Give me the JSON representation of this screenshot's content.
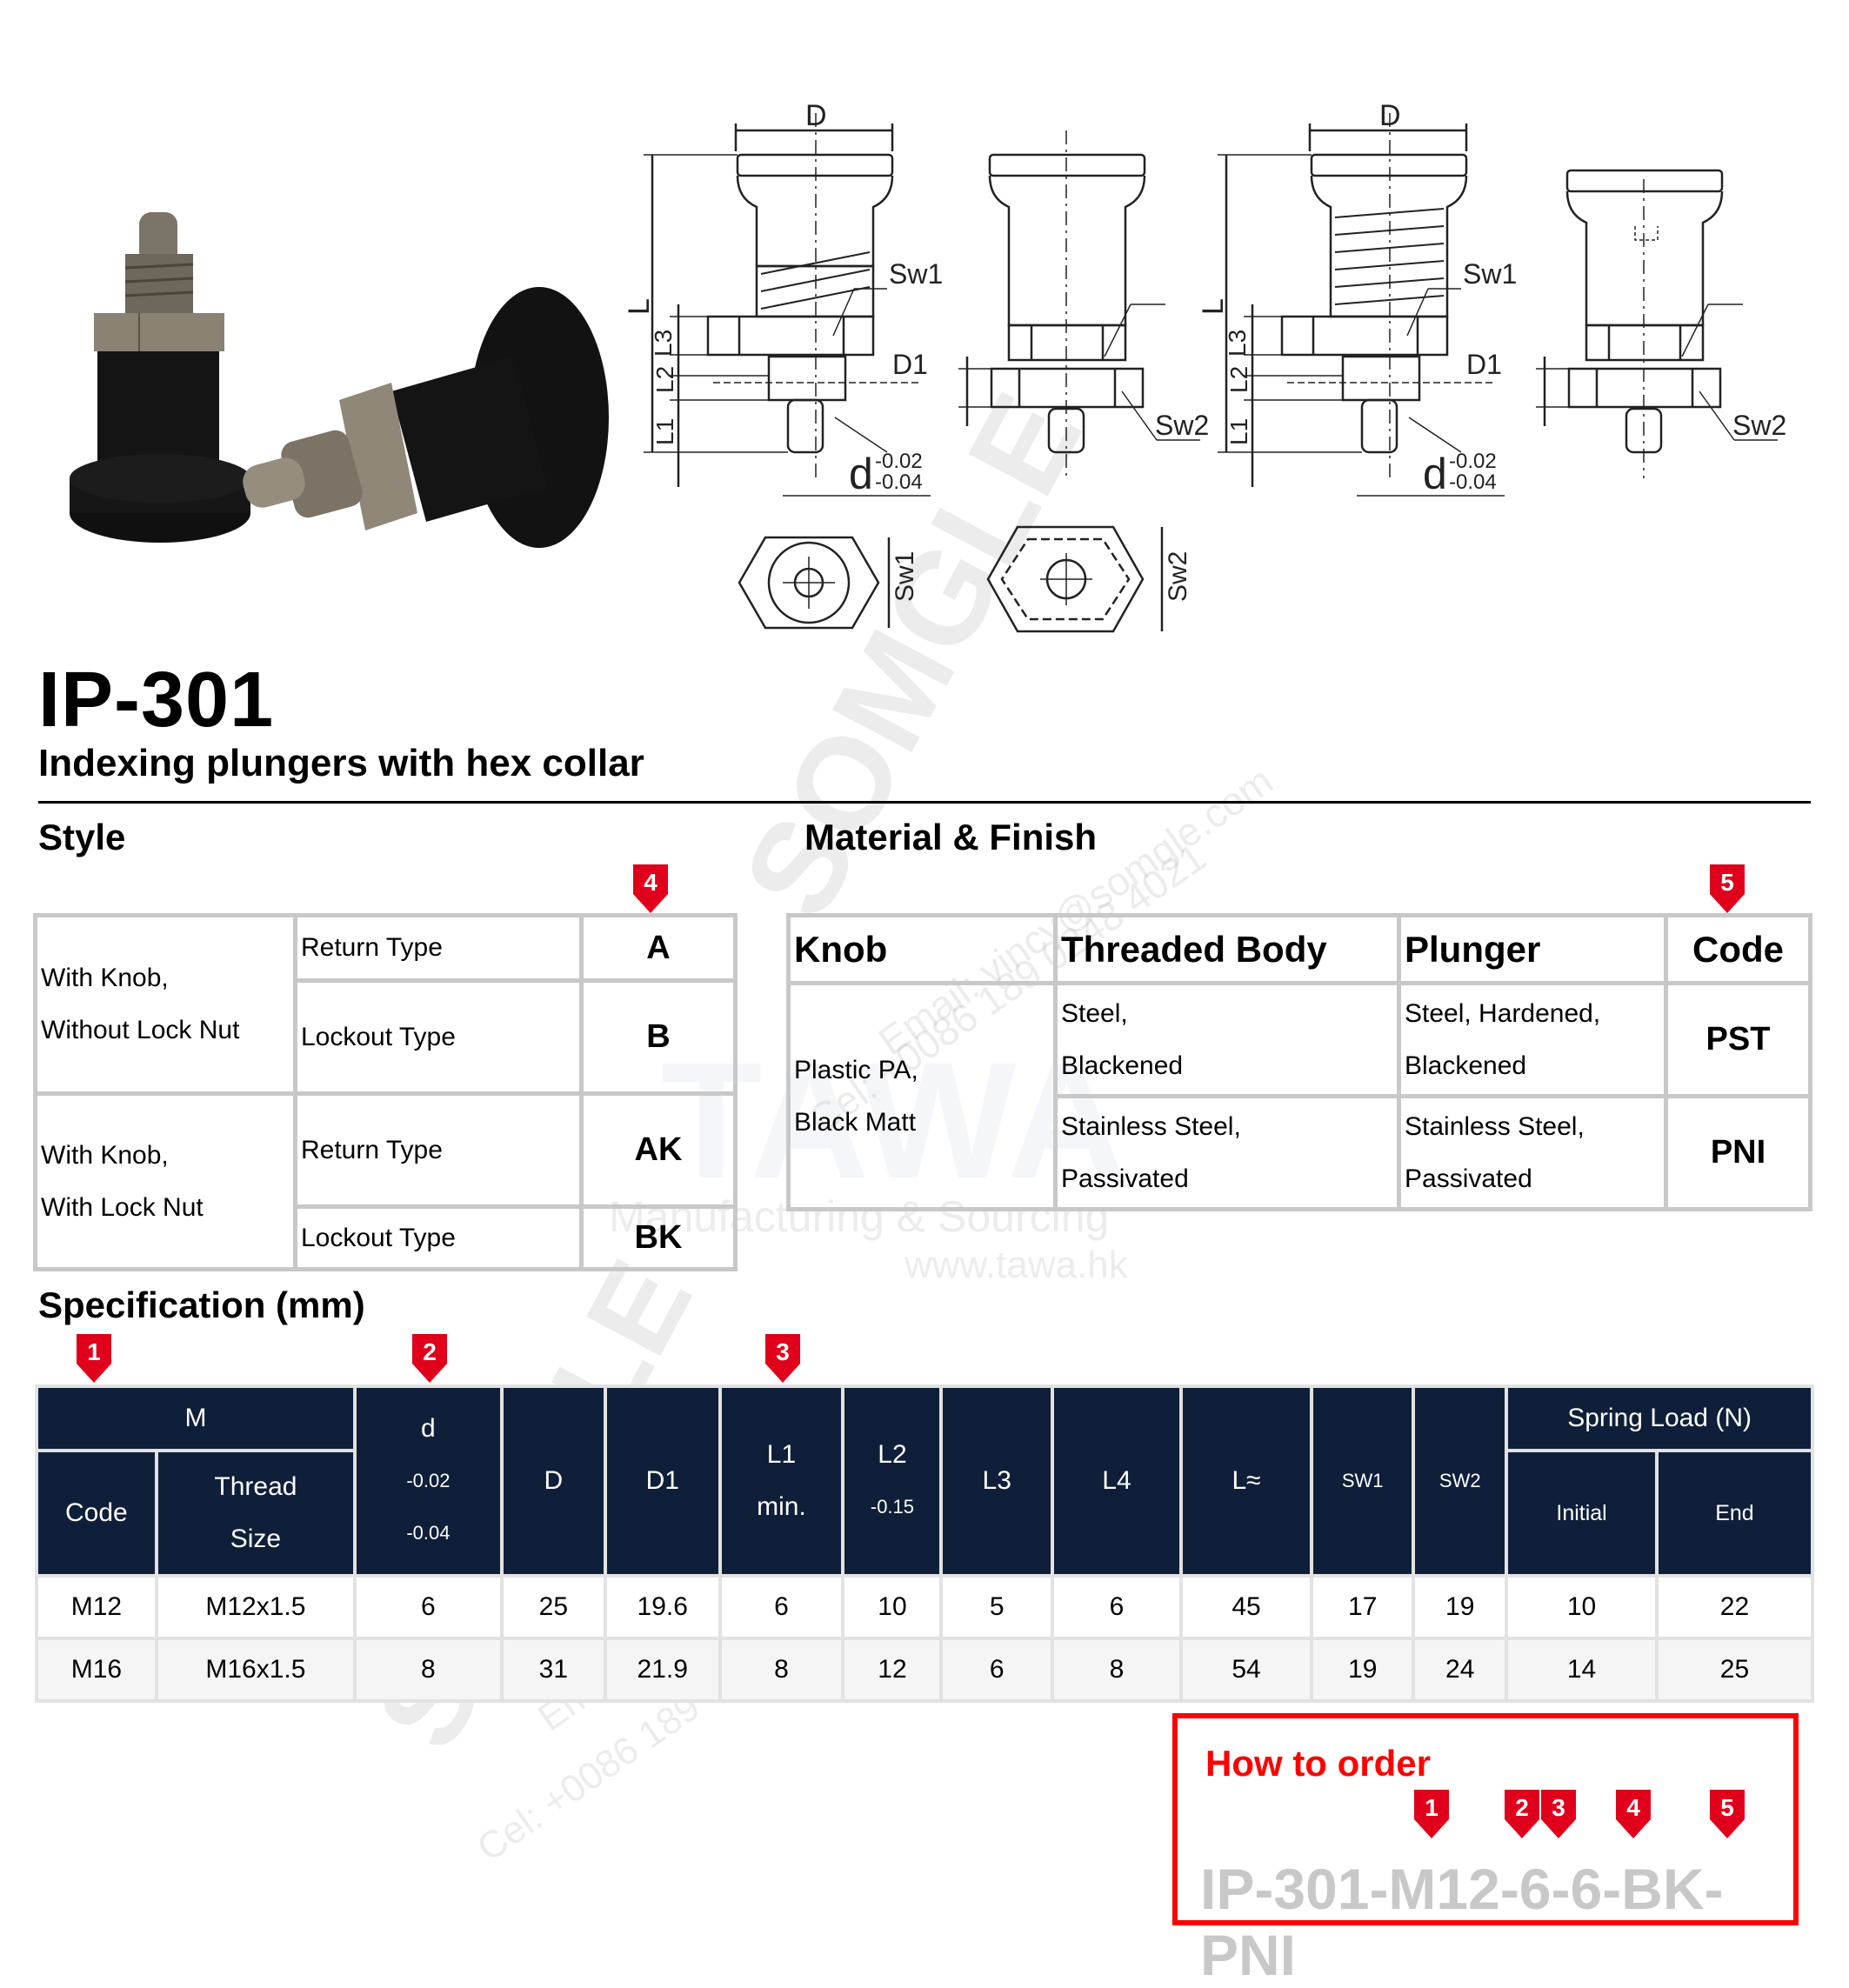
{
  "product": {
    "model": "IP-301",
    "subtitle": "Indexing plungers with hex collar"
  },
  "drawing": {
    "labels": {
      "D": "D",
      "L": "L",
      "L1": "L1",
      "L2": "L2",
      "L3": "L3",
      "D1": "D1",
      "SW1": "Sw1",
      "SW2": "Sw2",
      "d": "d",
      "tol_upper": "-0.02",
      "tol_lower": "-0.04"
    }
  },
  "style_section": {
    "heading": "Style",
    "marker": "4",
    "rows": [
      {
        "group": "With Knob,",
        "group_line2": "Without Lock Nut",
        "types": [
          {
            "type": "Return Type",
            "code": "A"
          },
          {
            "type": "Lockout Type",
            "code": "B"
          }
        ]
      },
      {
        "group": "With Knob,",
        "group_line2": "With Lock Nut",
        "types": [
          {
            "type": "Return Type",
            "code": "AK"
          },
          {
            "type": "Lockout Type",
            "code": "BK"
          }
        ]
      }
    ]
  },
  "material_section": {
    "heading": "Material & Finish",
    "marker": "5",
    "headers": {
      "knob": "Knob",
      "body": "Threaded Body",
      "plunger": "Plunger",
      "code": "Code"
    },
    "knob_line1": "Plastic PA,",
    "knob_line2": "Black Matt",
    "rows": [
      {
        "body1": "Steel,",
        "body2": "Blackened",
        "plunger1": "Steel, Hardened,",
        "plunger2": "Blackened",
        "code": "PST"
      },
      {
        "body1": "Stainless Steel,",
        "body2": "Passivated",
        "plunger1": "Stainless Steel,",
        "plunger2": "Passivated",
        "code": "PNI"
      }
    ]
  },
  "spec_section": {
    "heading": "Specification (mm)",
    "markers": [
      "1",
      "2",
      "3"
    ],
    "headers": {
      "M": "M",
      "code": "Code",
      "thread1": "Thread",
      "thread2": "Size",
      "d": "d",
      "d_tol1": "-0.02",
      "d_tol2": "-0.04",
      "D": "D",
      "D1": "D1",
      "L1": "L1",
      "L1_sub": "min.",
      "L2": "L2",
      "L2_tol": "-0.15",
      "L3": "L3",
      "L4": "L4",
      "L": "L≈",
      "SW1": "SW1",
      "SW2": "SW2",
      "spring": "Spring Load (N)",
      "initial": "Initial",
      "end": "End"
    },
    "rows": [
      {
        "code": "M12",
        "thread": "M12x1.5",
        "d": "6",
        "D": "25",
        "D1": "19.6",
        "L1": "6",
        "L2": "10",
        "L3": "5",
        "L4": "6",
        "L": "45",
        "SW1": "17",
        "SW2": "19",
        "initial": "10",
        "end": "22"
      },
      {
        "code": "M16",
        "thread": "M16x1.5",
        "d": "8",
        "D": "31",
        "D1": "21.9",
        "L1": "8",
        "L2": "12",
        "L3": "6",
        "L4": "8",
        "L": "54",
        "SW1": "19",
        "SW2": "24",
        "initial": "14",
        "end": "25"
      }
    ]
  },
  "how_to_order": {
    "title": "How to order",
    "markers": [
      "1",
      "2",
      "3",
      "4",
      "5"
    ],
    "example": "IP-301-M12-6-6-BK-PNI"
  },
  "watermarks": {
    "brand": "SOMGLE",
    "email": "Email: vincy@somgle.com",
    "cel": "Cel: +0086 189 0248 4021",
    "tawa": "TAWA",
    "tawa_sub": "Manufacturing & Sourcing",
    "tawa_url": "www.tawa.hk"
  },
  "colors": {
    "header_navy": "#0f1f3a",
    "marker_red": "#e0001b",
    "order_red": "#ff0000",
    "order_code_gray": "#c8c8c8",
    "grid_gray": "#c8c8c8"
  }
}
